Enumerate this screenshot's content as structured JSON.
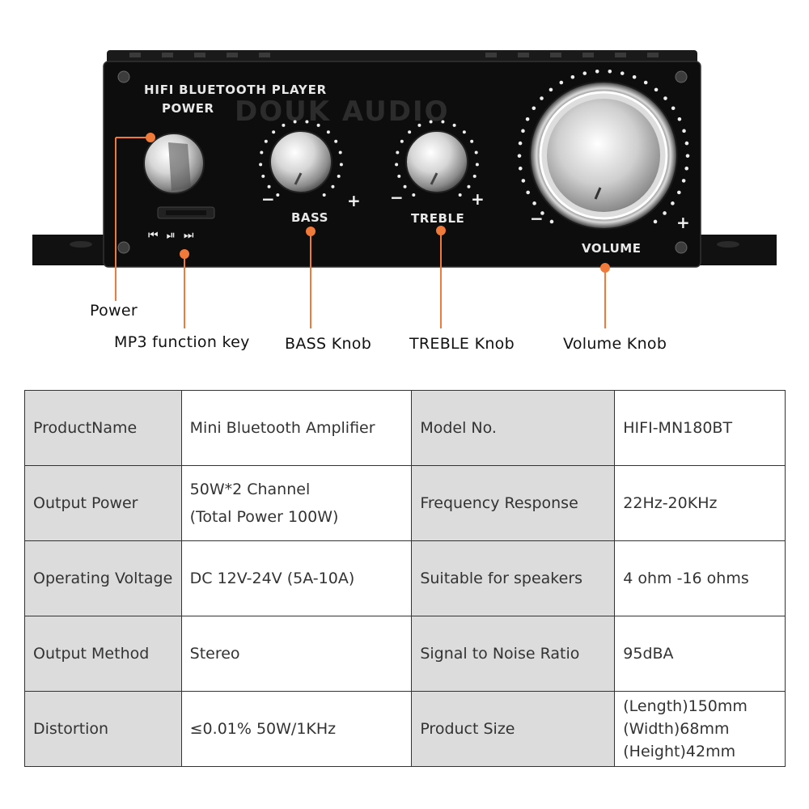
{
  "device": {
    "title_line1": "HIFI BLUETOOTH PLAYER",
    "title_line2": "POWER",
    "brand_watermark": "DOUK AUDIO",
    "knobs": {
      "bass_label": "BASS",
      "treble_label": "TREBLE",
      "volume_label": "VOLUME",
      "minus": "−",
      "plus": "+"
    },
    "mp3_buttons": [
      "previous-icon",
      "play-pause-icon",
      "next-icon"
    ],
    "colors": {
      "panel": "#0d0d0d",
      "callout_line": "#f07a3a"
    }
  },
  "callouts": {
    "power": "Power",
    "mp3_key": "MP3 function key",
    "bass_knob": "BASS Knob",
    "treble_knob": "TREBLE Knob",
    "volume_knob": "Volume Knob"
  },
  "specs": [
    {
      "label1": "ProductName",
      "value1": [
        "Mini Bluetooth Amplifier"
      ],
      "label2": "Model No.",
      "value2": [
        "HIFI-MN180BT"
      ]
    },
    {
      "label1": "Output Power",
      "value1": [
        "50W*2 Channel",
        "(Total Power 100W)"
      ],
      "label2": "Frequency Response",
      "value2": [
        "22Hz-20KHz"
      ]
    },
    {
      "label1": "Operating Voltage",
      "value1": [
        "DC 12V-24V (5A-10A)"
      ],
      "label2": "Suitable for speakers",
      "value2": [
        "4 ohm -16 ohms"
      ]
    },
    {
      "label1": "Output Method",
      "value1": [
        "Stereo"
      ],
      "label2": "Signal to Noise Ratio",
      "value2": [
        "95dBA"
      ]
    },
    {
      "label1": "Distortion",
      "value1": [
        "≤0.01% 50W/1KHz"
      ],
      "label2": "Product Size",
      "value2": [
        "(Length)150mm",
        "(Width)68mm",
        "(Height)42mm"
      ]
    }
  ]
}
